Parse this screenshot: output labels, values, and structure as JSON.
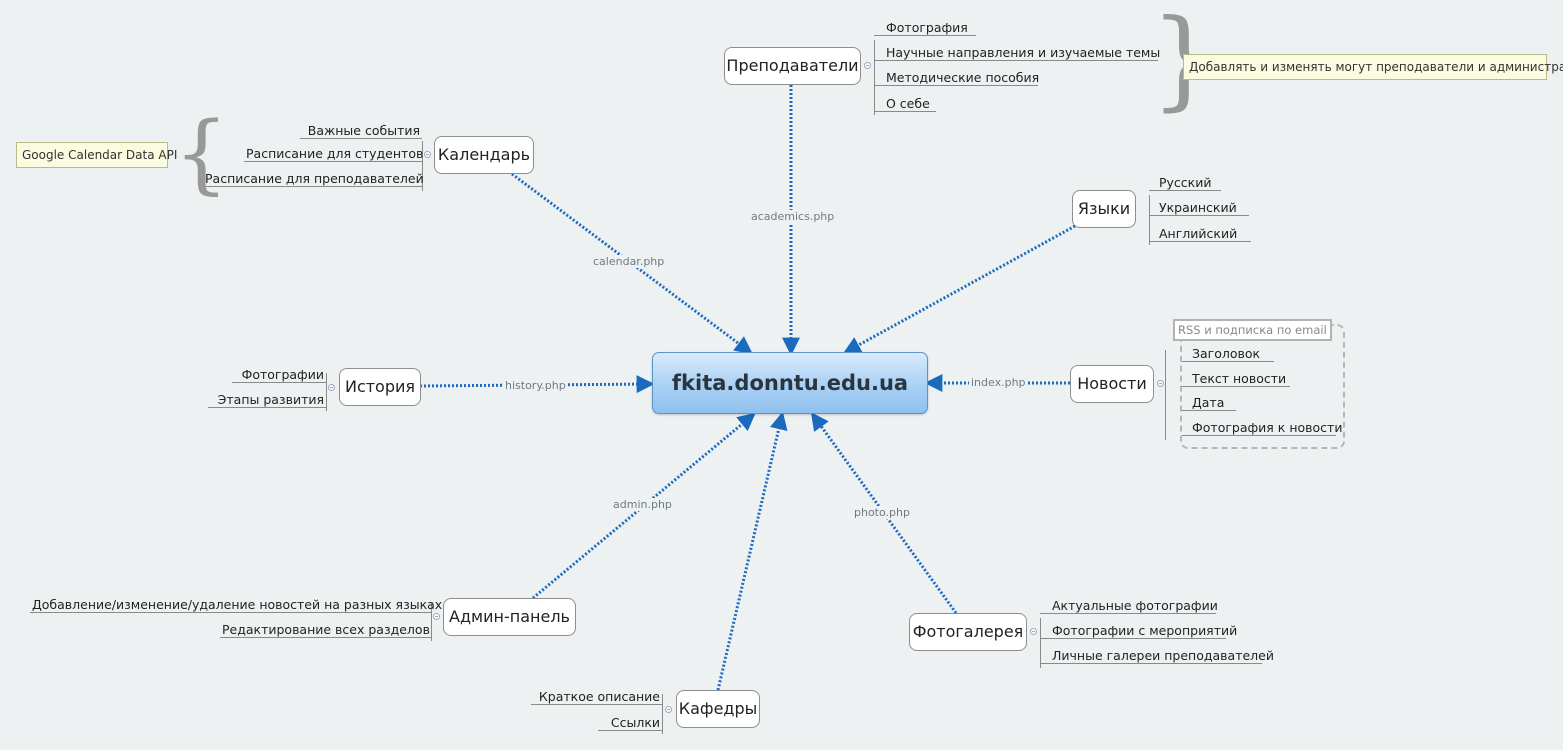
{
  "center": {
    "title": "fkita.donntu.edu.ua"
  },
  "branches": {
    "teachers": {
      "title": "Преподаватели",
      "link_label": "academics.php",
      "items": [
        "Фотография",
        "Научные направления и изучаемые темы",
        "Методические пособия",
        "О себе"
      ],
      "note": "Добавлять и изменять могут преподаватели и администратор"
    },
    "calendar": {
      "title": "Календарь",
      "link_label": "calendar.php",
      "items": [
        "Важные события",
        "Расписание для студентов",
        "Расписание для преподавателей"
      ],
      "note": "Google Calendar Data API"
    },
    "languages": {
      "title": "Языки",
      "items": [
        "Русский",
        "Украинский",
        "Английский"
      ]
    },
    "history": {
      "title": "История",
      "link_label": "history.php",
      "items": [
        "Фотографии",
        "Этапы развития"
      ]
    },
    "news": {
      "title": "Новости",
      "link_label": "index.php",
      "boundary_label": "RSS и подписка по email",
      "items": [
        "Заголовок",
        "Текст новости",
        "Дата",
        "Фотография к новости"
      ]
    },
    "admin": {
      "title": "Админ-панель",
      "link_label": "admin.php",
      "items": [
        "Добавление/изменение/удаление новостей на разных языках",
        "Редактирование всех разделов"
      ]
    },
    "photos": {
      "title": "Фотогалерея",
      "link_label": "photo.php",
      "items": [
        "Актуальные фотографии",
        "Фотографии с мероприятий",
        "Личные галереи преподавателей"
      ]
    },
    "departments": {
      "title": "Кафедры",
      "items": [
        "Краткое описание",
        "Ссылки"
      ]
    }
  },
  "colors": {
    "link": "#1a6bbf",
    "center_fill": "#a9d0f4",
    "note_fill": "#fbfbe0"
  }
}
